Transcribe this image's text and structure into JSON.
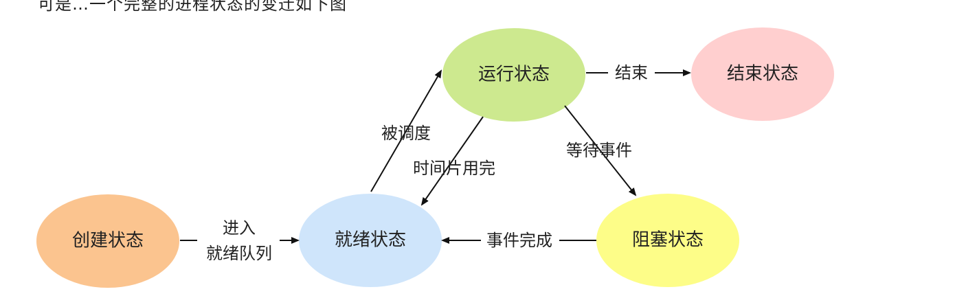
{
  "header": {
    "partial_text": "可是…一个完整的进程状态的变迁如下图"
  },
  "diagram": {
    "nodes": {
      "running": {
        "label": "运行状态",
        "color": "#cde98f"
      },
      "finished": {
        "label": "结束状态",
        "color": "#ffcfcf"
      },
      "created": {
        "label": "创建状态",
        "color": "#fbc48f"
      },
      "ready": {
        "label": "就绪状态",
        "color": "#cfe5fb"
      },
      "blocked": {
        "label": "阻塞状态",
        "color": "#fdfd88"
      }
    },
    "edges": {
      "end": "结束",
      "scheduled": "被调度",
      "timeslice_up": "时间片用完",
      "wait_event": "等待事件",
      "event_done": "事件完成",
      "enter_queue_line1": "进入",
      "enter_queue_line2": "就绪队列"
    }
  }
}
